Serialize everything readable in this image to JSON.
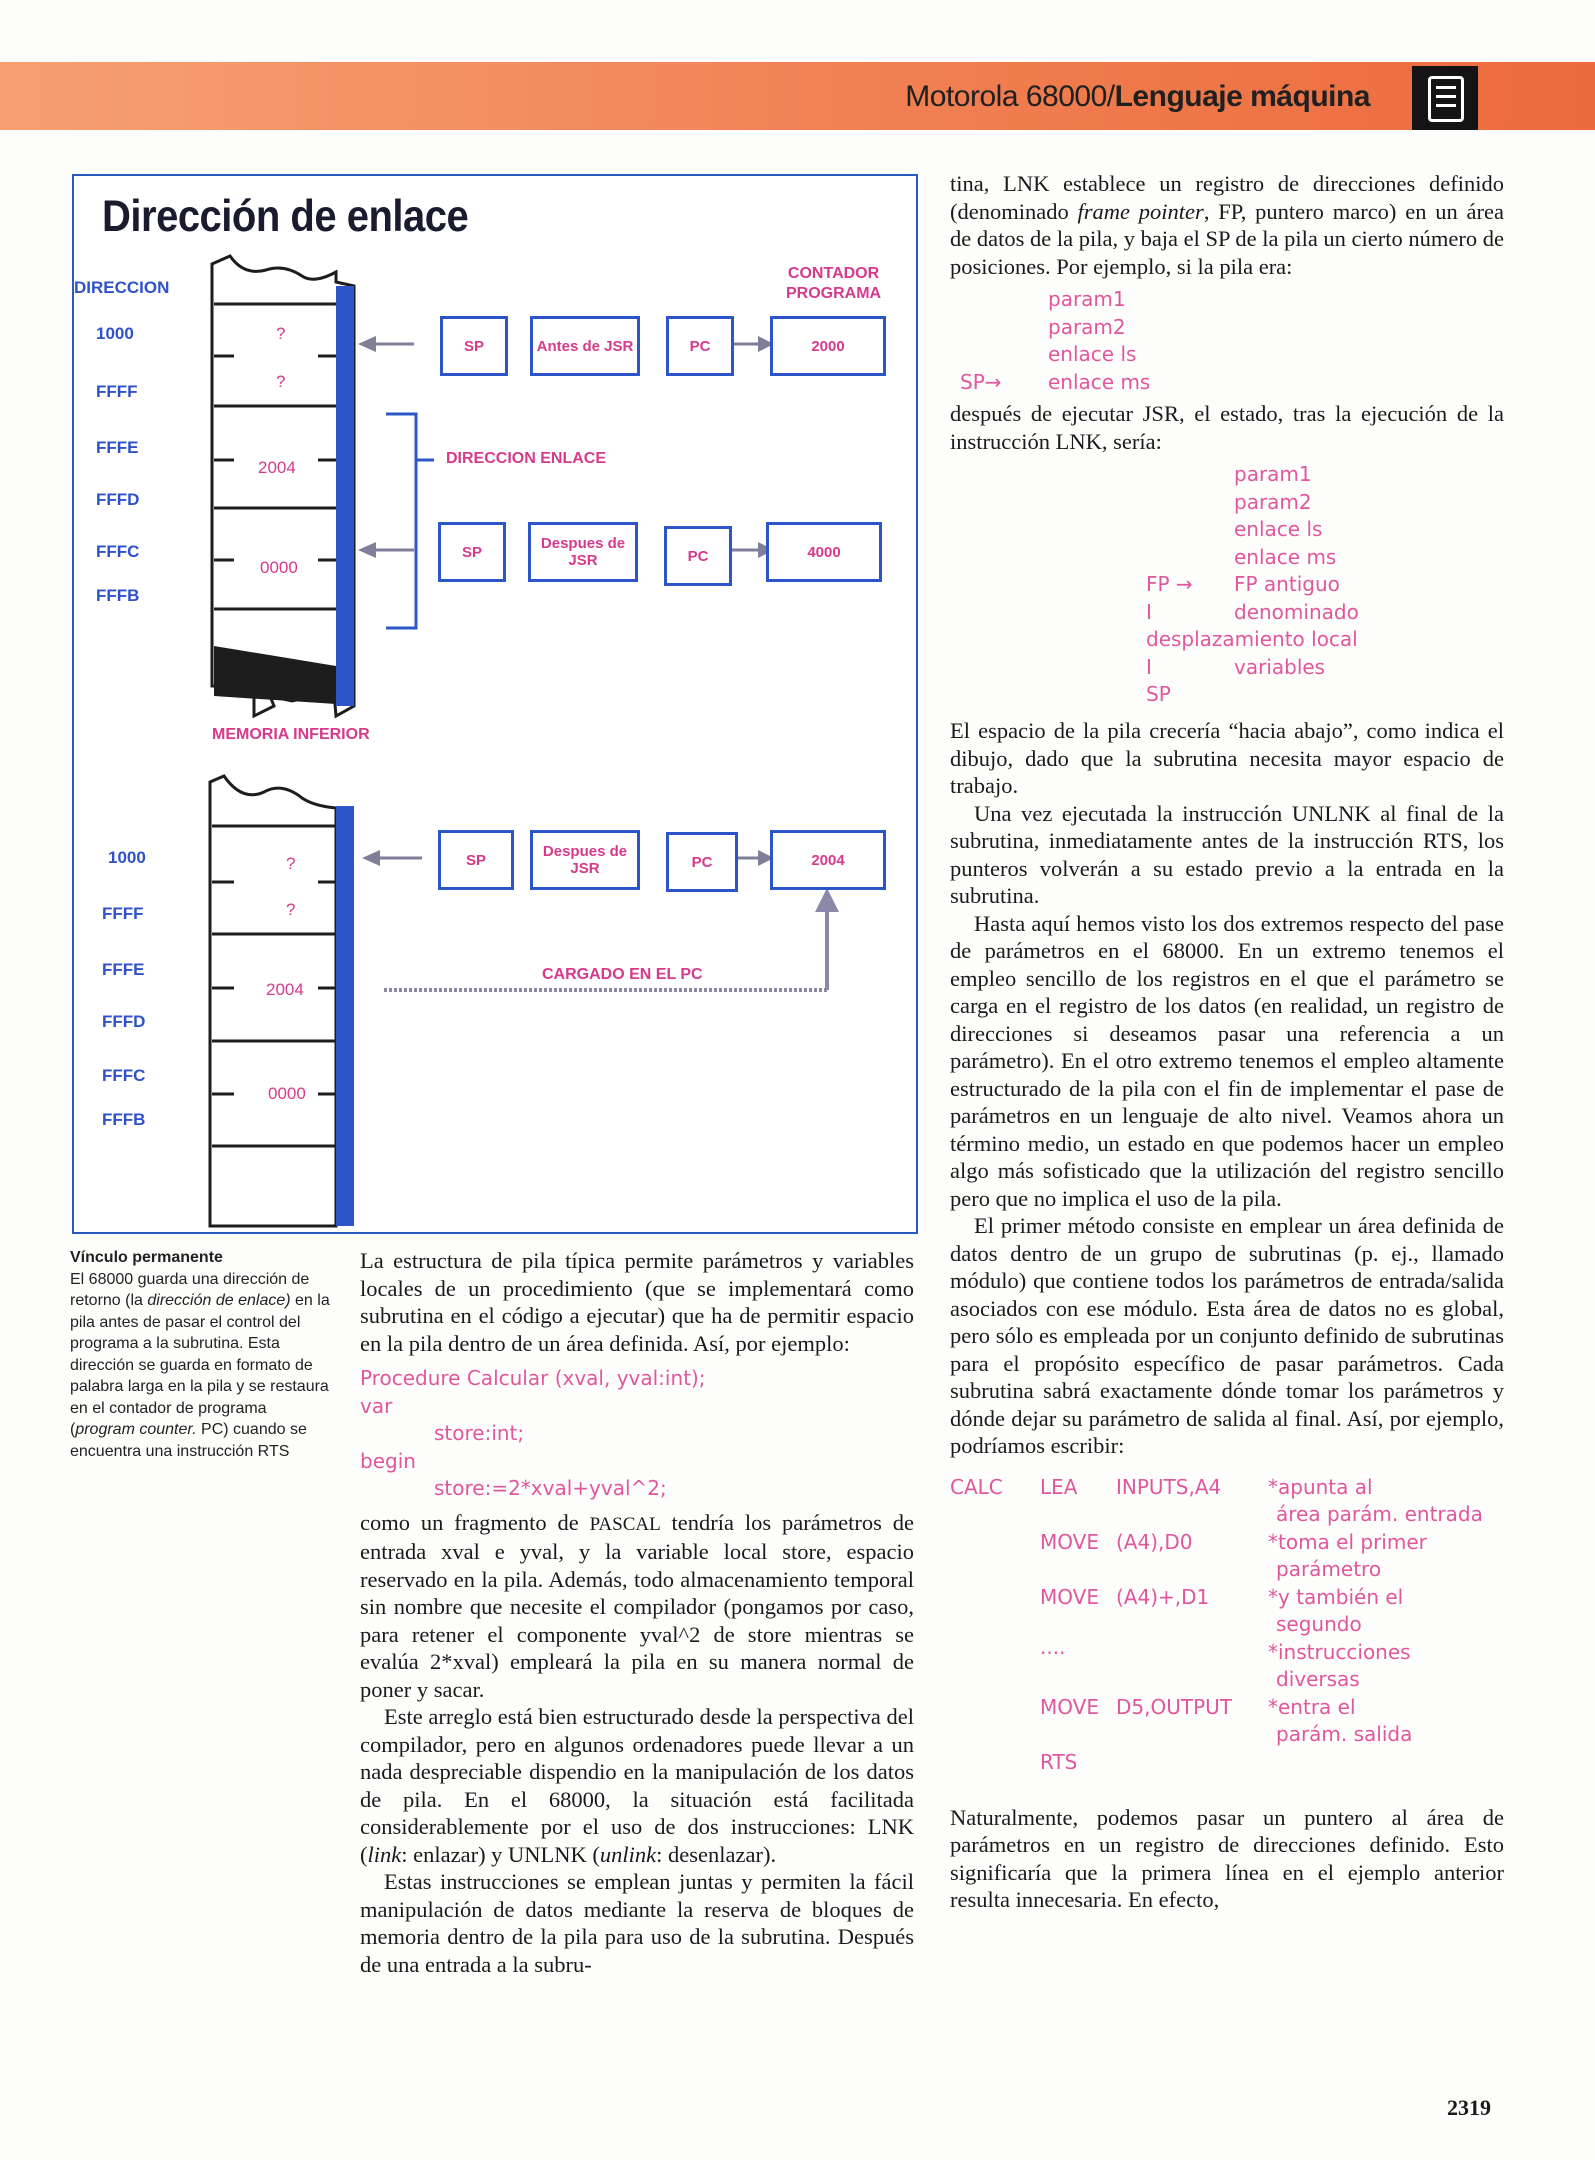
{
  "header": {
    "series": "Motorola 68000/",
    "title": "Lenguaje máquina"
  },
  "figure": {
    "title": "Dirección de enlace",
    "label_direccion": "DIRECCION",
    "label_contador_1": "CONTADOR",
    "label_contador_2": "PROGRAMA",
    "label_direccion_enlace": "DIRECCION ENLACE",
    "label_memoria_inferior": "MEMORIA INFERIOR",
    "label_cargado": "CARGADO EN EL PC",
    "top_addresses": [
      "1000",
      "FFFF",
      "FFFE",
      "FFFD",
      "FFFC",
      "FFFB"
    ],
    "bottom_addresses": [
      "1000",
      "FFFF",
      "FFFE",
      "FFFD",
      "FFFC",
      "FFFB"
    ],
    "top_values": [
      "?",
      "?",
      "2004",
      "0000"
    ],
    "bottom_values": [
      "?",
      "?",
      "2004",
      "0000"
    ],
    "row1": {
      "sp": "SP",
      "state": "Antes de JSR",
      "pc": "PC",
      "value": "2000"
    },
    "row2": {
      "sp": "SP",
      "state": "Despues de JSR",
      "pc": "PC",
      "value": "4000"
    },
    "row3": {
      "sp": "SP",
      "state": "Despues de JSR",
      "pc": "PC",
      "value": "2004"
    }
  },
  "caption": {
    "title": "Vínculo permanente",
    "text_1": "El 68000 guarda una dirección de retorno (la ",
    "text_em1": "dirección de enlace)",
    "text_2": " en la pila antes de pasar el control del programa a la subrutina. Esta dirección se guarda en formato de palabra larga en la pila y se restaura en el contador de programa (",
    "text_em2": "program counter.",
    "text_3": " PC) cuando se encuentra una instrucción RTS"
  },
  "col_mid": {
    "p1": "La estructura de pila típica permite parámetros y variables locales de un procedimiento (que se implementará como subrutina en el código a ejecutar) que ha de permitir espacio en la pila dentro de un área definida. Así, por ejemplo:",
    "code": [
      "Procedure Calcular (xval, yval:int);",
      "var",
      "store:int;",
      "begin",
      "store:=2*xval+yval^2;"
    ],
    "p2_a": "como un fragmento de ",
    "p2_pascal": "PASCAL",
    "p2_b": " tendría los parámetros de entrada xval e yval, y la variable local store, espacio reservado en la pila. Además, todo almacenamiento temporal sin nombre que necesite el compilador (pongamos por caso, para retener el componente yval^2 de store mientras se evalúa 2*xval) empleará la pila en su manera normal de poner y sacar.",
    "p3": "Este arreglo está bien estructurado desde la perspectiva del compilador, pero en algunos ordenadores puede llevar a un nada despreciable dispendio en la manipulación de los datos de pila. En el 68000, la situación está facilitada considerablemente por el uso de dos instrucciones: LNK (",
    "p3_link": "link",
    "p3_b": ": enlazar) y UNLNK (",
    "p3_unlink": "unlink",
    "p3_c": ": desenlazar).",
    "p4": "Estas instrucciones se emplean juntas y permiten la fácil manipulación de datos mediante la reserva de bloques de memoria dentro de la pila para uso de la subrutina. Después de una entrada a la subru-"
  },
  "col_right": {
    "p1_a": "tina, LNK establece un registro de direcciones definido (denominado ",
    "p1_fp": "frame pointer",
    "p1_b": ", FP, puntero marco) en un área de datos de la pila, y baja el SP de la pila un cierto número de posiciones. Por ejemplo, si la pila era:",
    "stack1": [
      "param1",
      "param2",
      "enlace ls",
      "enlace ms"
    ],
    "stack1_sp": "SP→",
    "p2": "después de ejecutar JSR, el estado, tras la ejecución de la instrucción LNK, sería:",
    "stack2": [
      "param1",
      "param2",
      "enlace ls",
      "enlace ms",
      "FP antiguo",
      "denominado",
      "desplazamiento local",
      "variables",
      "SP"
    ],
    "stack2_fp": "FP →",
    "stack2_bar": "I",
    "p3": "El espacio de la pila crecería “hacia abajo”, como indica el dibujo, dado que la subrutina necesita mayor espacio de trabajo.",
    "p4": "Una vez ejecutada la instrucción UNLNK al final de la subrutina, inmediatamente antes de la instrucción RTS, los punteros volverán a su estado previo a la entrada en la subrutina.",
    "p5": "Hasta aquí hemos visto los dos extremos respecto del pase de parámetros en el 68000. En un extremo tenemos el empleo sencillo de los registros en el que el parámetro se carga en el registro de los datos (en realidad, un registro de direcciones si deseamos pasar una referencia a un parámetro). En el otro extremo tenemos el empleo altamente estructurado de la pila con el fin de implementar el pase de parámetros en un lenguaje de alto nivel. Veamos ahora un término medio, un estado en que podemos hacer un empleo algo más sofisticado que la utilización del registro sencillo pero que no implica el uso de la pila.",
    "p6": "El primer método consiste en emplear un área definida de datos dentro de un grupo de subrutinas (p. ej., llamado módulo) que contiene todos los parámetros de entrada/salida asociados con ese módulo. Esta área de datos no es global, pero sólo es empleada por un conjunto definido de subrutinas para el propósito específico de pasar parámetros. Cada subrutina sabrá exactamente dónde tomar los parámetros y dónde dejar su parámetro de salida al final. Así, por ejemplo, podríamos escribir:",
    "asm": [
      {
        "label": "CALC",
        "op": "LEA",
        "args": "INPUTS,A4",
        "c1": "*apunta al",
        "c2": "área parám. entrada"
      },
      {
        "label": "",
        "op": "MOVE",
        "args": "(A4),D0",
        "c1": "*toma el primer",
        "c2": "parámetro"
      },
      {
        "label": "",
        "op": "MOVE",
        "args": "(A4)+,D1",
        "c1": "*y también el",
        "c2": "segundo"
      },
      {
        "label": "",
        "op": "....",
        "args": "",
        "c1": "*instrucciones",
        "c2": "diversas"
      },
      {
        "label": "",
        "op": "MOVE",
        "args": "D5,OUTPUT",
        "c1": "*entra el",
        "c2": "parám. salida"
      },
      {
        "label": "",
        "op": "RTS",
        "args": "",
        "c1": "",
        "c2": ""
      }
    ],
    "p7": "Naturalmente, podemos pasar un puntero al área de parámetros en un registro de direcciones definido. Esto significaría que la primera línea en el ejemplo anterior resulta innecesaria. En efecto,"
  },
  "page_number": "2319",
  "colors": {
    "accent_pink": "#e0579e",
    "accent_blue": "#2b55c8",
    "header_orange": "#f07e50"
  }
}
